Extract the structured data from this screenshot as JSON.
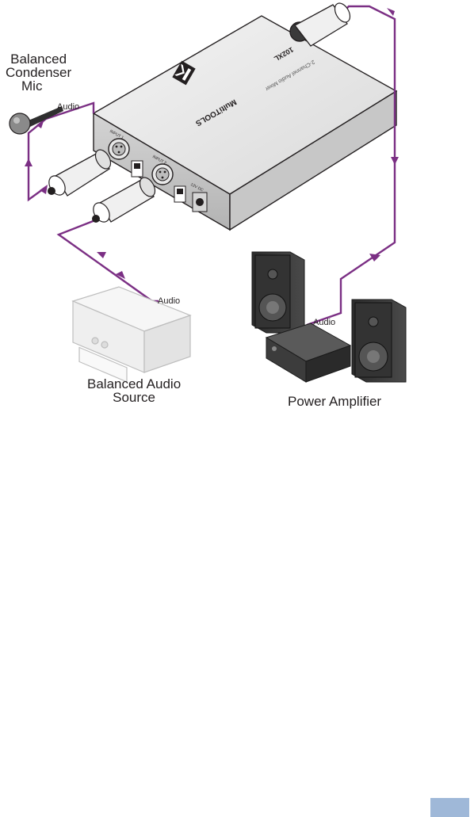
{
  "labels": {
    "mic": [
      "Balanced",
      "Condenser",
      "Mic"
    ],
    "source": [
      "Balanced Audio",
      "Source"
    ],
    "amplifier": "Power Amplifier",
    "audio": "Audio"
  },
  "device": {
    "brand": "MultiTOOLS",
    "model": "102XL",
    "subtitle": "2-Channel Audio Mixer",
    "input1": "INPUT 1",
    "input2": "INPUT 2",
    "power": "12V DC"
  },
  "colors": {
    "cable": "#7b2f84",
    "tab": "#9fb8d8",
    "outline": "#231f20"
  }
}
